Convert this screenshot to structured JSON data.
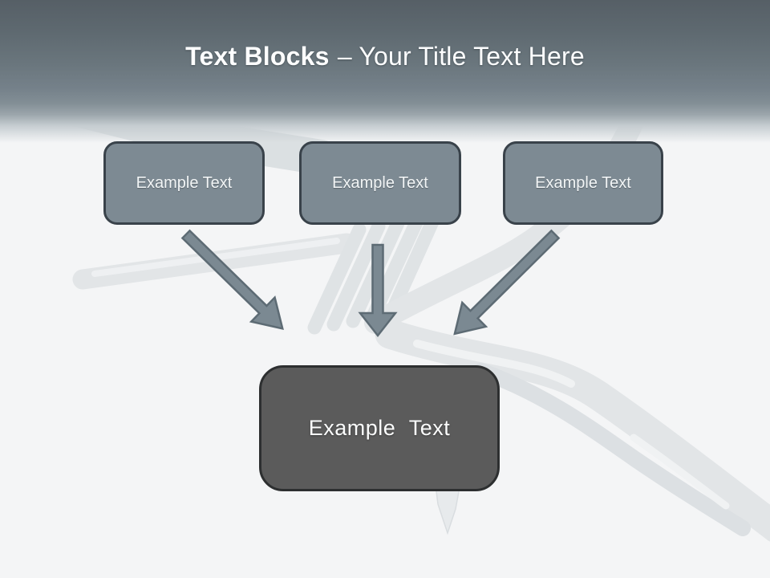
{
  "slide": {
    "header": {
      "title_bold": "Text Blocks",
      "title_regular": "– Your Title Text Here"
    },
    "blocks": [
      {
        "label": "Example Text"
      },
      {
        "label": "Example Text"
      },
      {
        "label": "Example Text"
      }
    ],
    "result_block": {
      "label": "Example Text"
    },
    "colors": {
      "header_gradient_top": "#565f66",
      "header_gradient_bottom": "#828e95",
      "body_background": "#f4f5f6",
      "block_fill": "#7d8a93",
      "block_border": "#39424a",
      "result_fill": "#5b5b5b",
      "result_border": "#2d2f30",
      "arrow_fill": "#7b8992",
      "arrow_outline": "#5d6b74",
      "wire_fill": "#e2e5e7",
      "title_text": "#fdfeff",
      "block_text": "#f2f5f6"
    }
  }
}
